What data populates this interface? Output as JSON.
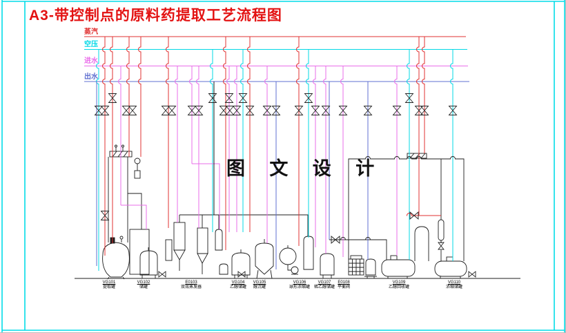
{
  "title": "A3-带控制点的原料药提取工艺流程图",
  "watermark": "图 文 设 计",
  "colors": {
    "title_red": "#e31212",
    "frame_cyan": "#00dce8",
    "steam": "#e03030",
    "air": "#00d8e6",
    "water_in": "#ea6cea",
    "water_out": "#5f6fd0",
    "line_black": "#1c1c1c",
    "watermark": "#111111"
  },
  "utilities": [
    {
      "label": "蒸汽",
      "key": "steam"
    },
    {
      "label": "空压",
      "key": "air"
    },
    {
      "label": "进水",
      "key": "water_in"
    },
    {
      "label": "出水",
      "key": "water_out"
    }
  ],
  "equipment": [
    {
      "code": "VG101",
      "name": "提取罐"
    },
    {
      "code": "VG102",
      "name": "储罐"
    },
    {
      "code": "E0103",
      "name": "双效蒸发器"
    },
    {
      "code": "VG104",
      "name": "乙醇储罐"
    },
    {
      "code": "VG105",
      "name": "醇沉罐"
    },
    {
      "code": "VG106",
      "name": "球形浓缩罐"
    },
    {
      "code": "VG107",
      "name": "稀乙醇储罐"
    },
    {
      "code": "E0108",
      "name": "平衡阀"
    },
    {
      "code": "VG109",
      "name": "乙醇回收罐"
    },
    {
      "code": "VG110",
      "name": "浓缩储罐"
    }
  ]
}
